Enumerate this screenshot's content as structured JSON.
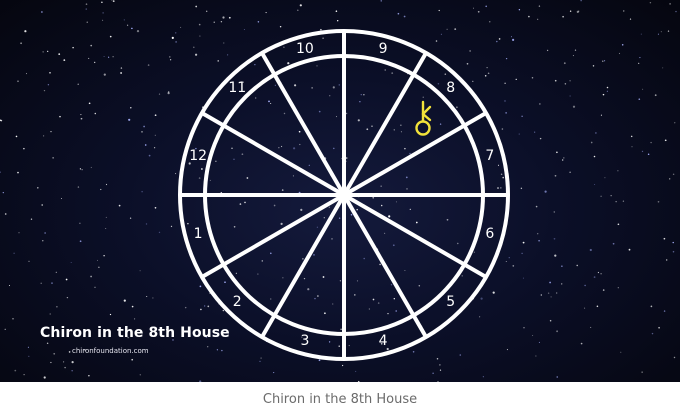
{
  "image": {
    "overlay_title": "Chiron in the 8th House",
    "overlay_site": "chironfoundation.com",
    "chiron_icon": "chiron-symbol",
    "houses": [
      "1",
      "2",
      "3",
      "4",
      "5",
      "6",
      "7",
      "8",
      "9",
      "10",
      "11",
      "12"
    ],
    "colors": {
      "wheel": "#ffffff",
      "chiron": "#f2e23a",
      "sky": "#0b0f28"
    }
  },
  "caption": "Chiron in the 8th House"
}
